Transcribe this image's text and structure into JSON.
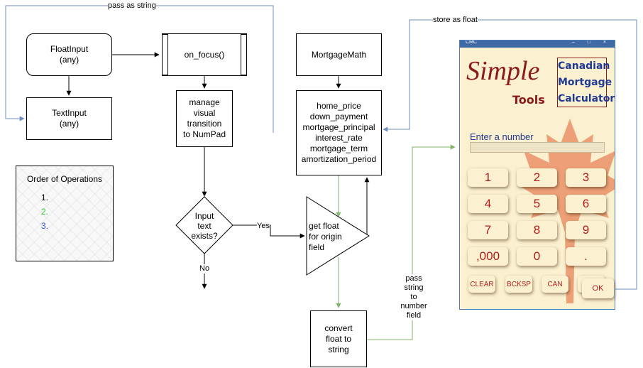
{
  "nodes": {
    "float_input": "FloatInput\n(any)",
    "text_input": "TextInput\n(any)",
    "on_focus": "on_focus()",
    "manage_visual": "manage\nvisual\ntransition\nto NumPad",
    "input_exists": "Input\ntext\nexists?",
    "mortgage_math": "MortgageMath",
    "fields": "home_price\ndown_payment\nmortgage_principal\ninterest_rate\nmortgage_term\namortization_period",
    "get_float": "get float\nfor origin\nfield",
    "convert_float": "convert\nfloat to\nstring"
  },
  "edge_labels": {
    "pass_as_string": "pass as string",
    "store_as_float": "store as float",
    "yes": "Yes",
    "no": "No",
    "pass_string_to_number": "pass\nstring\nto\nnumber\nfield"
  },
  "legend": {
    "title": "Order of Operations",
    "items": [
      {
        "label": "1.",
        "color": "#000000"
      },
      {
        "label": "2.",
        "color": "#82b366"
      },
      {
        "label": "3.",
        "color": "#6c8ebf"
      }
    ]
  },
  "colors": {
    "step1": "#000000",
    "step2": "#82b366",
    "step3": "#6c8ebf",
    "app_red": "#8b1a1a",
    "app_blue": "#1f3a93",
    "leaf": "#e8865a"
  },
  "app": {
    "window_title": "CMC",
    "window_controls": "– □ ×",
    "logo_word1": "Simple",
    "logo_word2": "Tools",
    "brand": "Canadian\nMortgage\nCalculator",
    "input_label": "Enter a number",
    "keys": [
      "1",
      "2",
      "3",
      "4",
      "5",
      "6",
      "7",
      "8",
      "9",
      ",000",
      "0",
      "."
    ],
    "bottom_keys": [
      "CLEAR",
      "BCKSP",
      "CAN"
    ],
    "ok": "OK"
  }
}
